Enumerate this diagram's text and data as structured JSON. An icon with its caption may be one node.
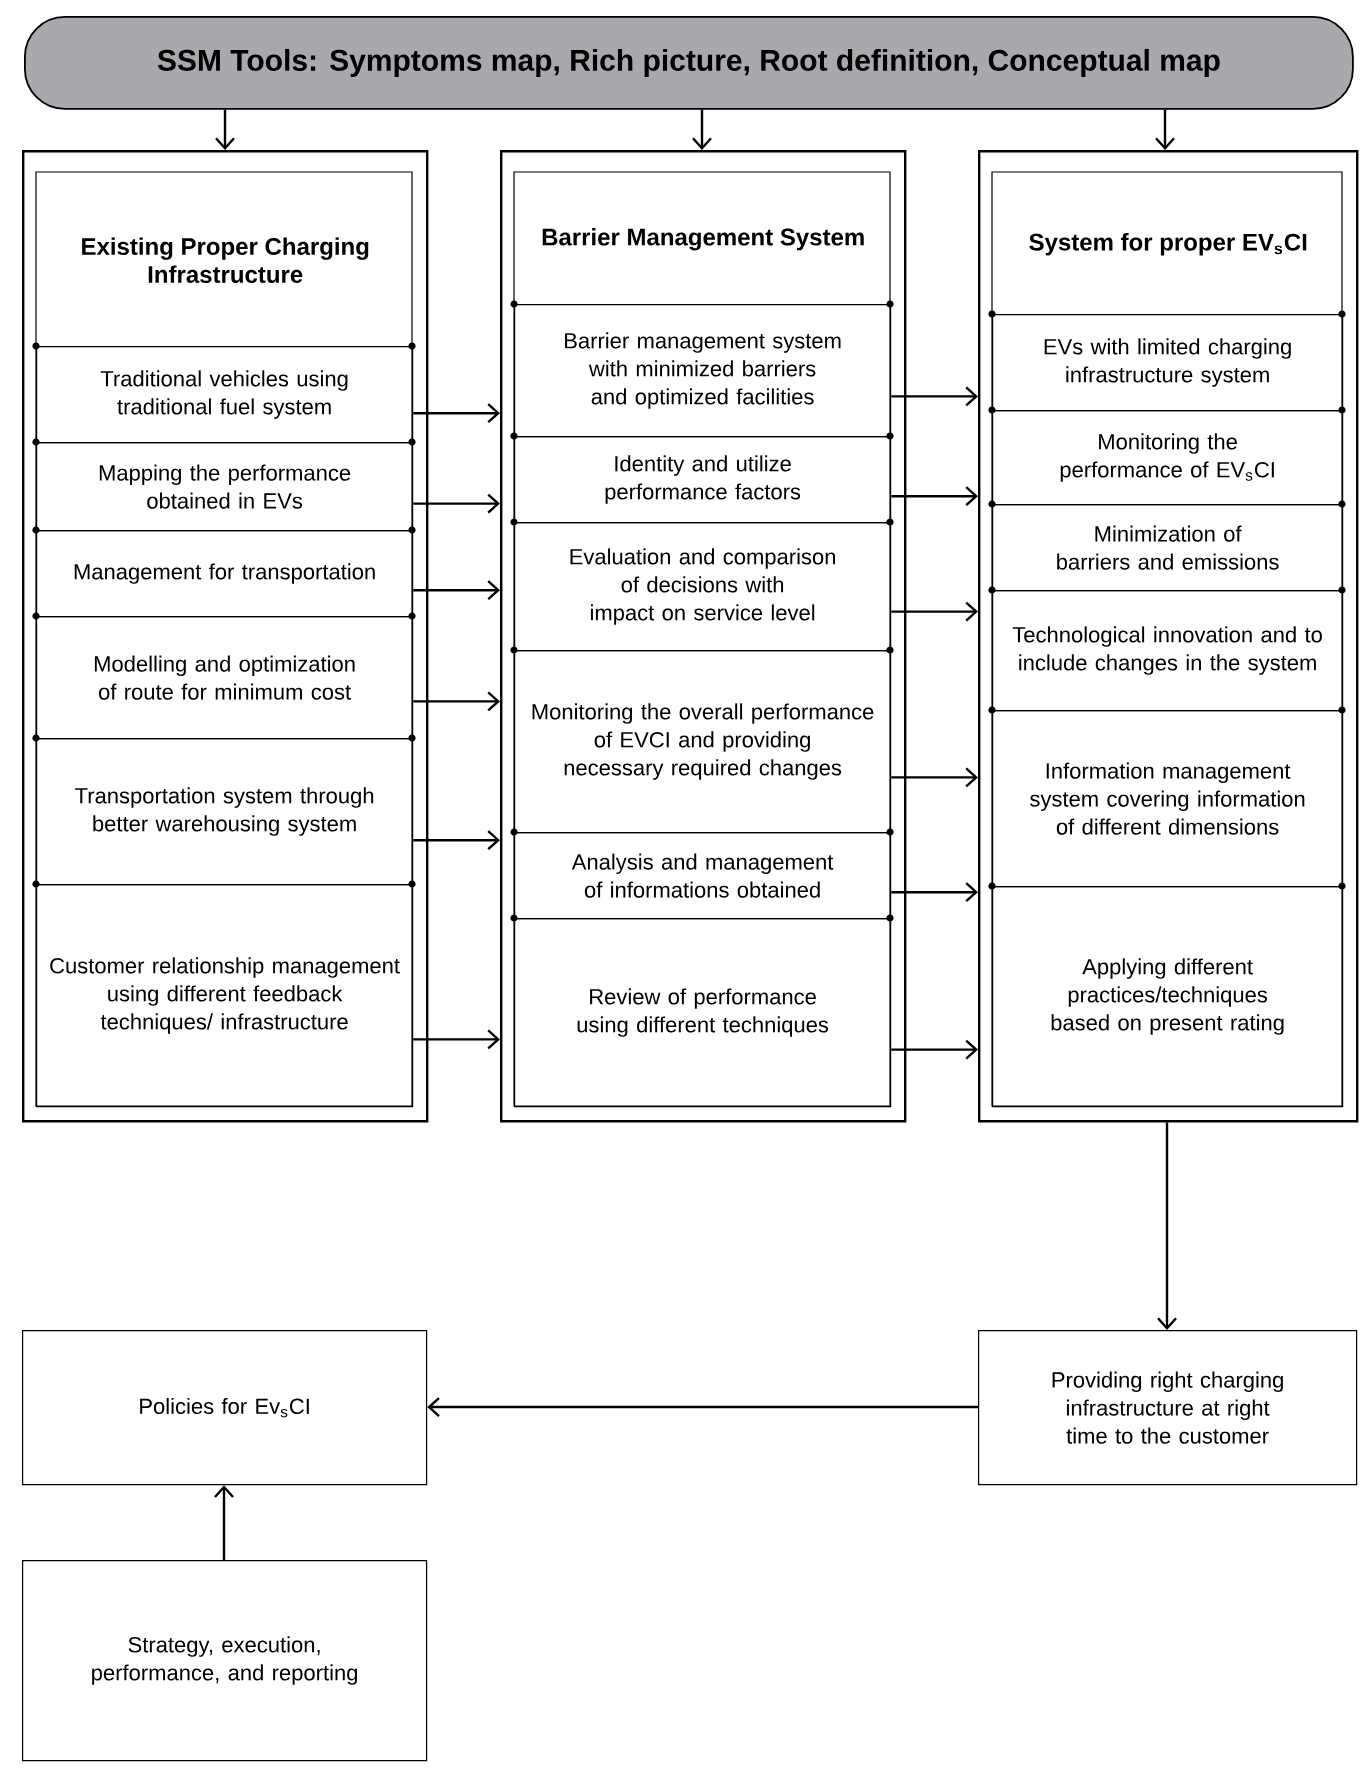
{
  "diagram": {
    "nodes": [
      {
        "text": [
          "SSM Tools: Symptoms map, Rich picture, Root definition, Conceptual map"
        ]
      },
      {
        "text": [
          "Existing Proper Charging Infrastructure"
        ]
      },
      {
        "text": [
          "Traditional vehicles using traditional fuel system"
        ],
        "in": 1
      },
      {
        "text": [
          "Mapping the performance obtained in EVs"
        ],
        "in": 1
      },
      {
        "text": [
          "Management for transportation"
        ],
        "in": 1
      },
      {
        "text": [
          "Modelling and optimization of route for minimum cost"
        ],
        "in": 1
      },
      {
        "text": [
          "Transportation system through better warehousing system"
        ],
        "in": 1
      },
      {
        "text": [
          "Customer relationship management using different feedback techniques/ infrastructure"
        ],
        "in": 1
      },
      {
        "text": [
          "Barrier Management System"
        ]
      },
      {
        "text": [
          "Barrier management system with minimized barriers and optimized facilities"
        ],
        "in": 8
      },
      {
        "text": [
          "Identity and utilize performance factors"
        ],
        "in": 8
      },
      {
        "text": [
          "Evaluation and comparison of decisions with impact on service level"
        ],
        "in": 8
      },
      {
        "text": [
          "Monitoring the overall performance of EVCI and providing necessary required changes"
        ],
        "in": 8
      },
      {
        "text": [
          "Analysis and management of informations obtained"
        ],
        "in": 8
      },
      {
        "text": [
          "Review of performance using different techniques"
        ],
        "in": 8
      },
      {
        "text": [
          "System for proper EV$_{s}$CI"
        ]
      },
      {
        "text": [
          "EVs with limited charging infrastructure system"
        ],
        "in": 15
      },
      {
        "text": [
          "Monitoring the performance of EV$_{s}$CI"
        ],
        "in": 15
      },
      {
        "text": [
          "Minimization of barriers and emissions"
        ],
        "in": 15
      },
      {
        "text": [
          "Technological innovation and to include changes in the system"
        ],
        "in": 15
      },
      {
        "text": [
          "Information management system covering information of different dimensions"
        ],
        "in": 15
      },
      {
        "text": [
          "Applying different practices/techniques based on present rating"
        ],
        "in": 15
      },
      {
        "text": [
          "Providing right charging infrastructure at right time to the customer"
        ]
      },
      {
        "text": [
          "Policies for Ev$_{s}$CI"
        ]
      },
      {
        "text": [
          "Strategy, execution, performance, and reporting"
        ]
      }
    ],
    "edges": [
      {
        "from": 0,
        "to": 1,
        "arrow": "to"
      },
      {
        "from": 0,
        "to": 8,
        "arrow": "to"
      },
      {
        "from": 0,
        "to": 15,
        "arrow": "to"
      },
      {
        "from": 2,
        "to": 8,
        "arrow": "to"
      },
      {
        "from": 3,
        "to": 8,
        "arrow": "to"
      },
      {
        "from": 4,
        "to": 8,
        "arrow": "to"
      },
      {
        "from": 5,
        "to": 8,
        "arrow": "to"
      },
      {
        "from": 6,
        "to": 8,
        "arrow": "to"
      },
      {
        "from": 7,
        "to": 8,
        "arrow": "to"
      },
      {
        "from": 9,
        "to": 15,
        "arrow": "to"
      },
      {
        "from": 10,
        "to": 15,
        "arrow": "to"
      },
      {
        "from": 11,
        "to": 15,
        "arrow": "to"
      },
      {
        "from": 12,
        "to": 15,
        "arrow": "to"
      },
      {
        "from": 13,
        "to": 15,
        "arrow": "to"
      },
      {
        "from": 14,
        "to": 15,
        "arrow": "to"
      },
      {
        "from": 15,
        "to": 22,
        "arrow": "to"
      },
      {
        "from": 22,
        "to": 23,
        "arrow": "to"
      },
      {
        "from": 24,
        "to": 23,
        "arrow": "to"
      }
    ]
  }
}
